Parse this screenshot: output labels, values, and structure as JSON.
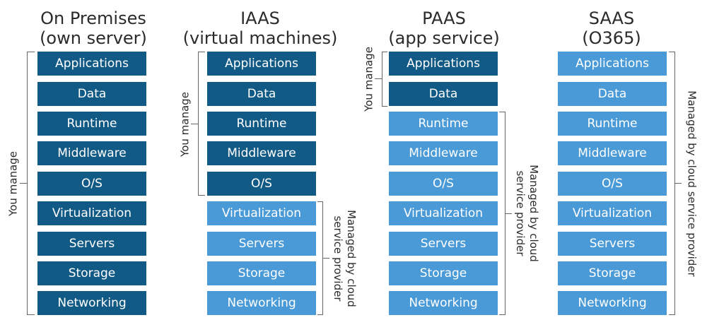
{
  "layers": [
    "Applications",
    "Data",
    "Runtime",
    "Middleware",
    "O/S",
    "Virtualization",
    "Servers",
    "Storage",
    "Networking"
  ],
  "columns": [
    {
      "title1": "On Premises",
      "title2": "(own server)",
      "you_manage_count": 9
    },
    {
      "title1": "IAAS",
      "title2": "(virtual machines)",
      "you_manage_count": 5
    },
    {
      "title1": "PAAS",
      "title2": "(app service)",
      "you_manage_count": 2
    },
    {
      "title1": "SAAS",
      "title2": "(O365)",
      "you_manage_count": 0
    }
  ],
  "labels": {
    "you_manage": "You manage",
    "managed_two_1": "Managed by cloud",
    "managed_two_2": "service provider",
    "managed_paas_1": "Managed by cloud",
    "managed_paas_2": "service provider",
    "managed_one": "Managed by cloud service provider"
  },
  "colors": {
    "you_manage": "#125a86",
    "provider_managed": "#4a9ad7"
  }
}
